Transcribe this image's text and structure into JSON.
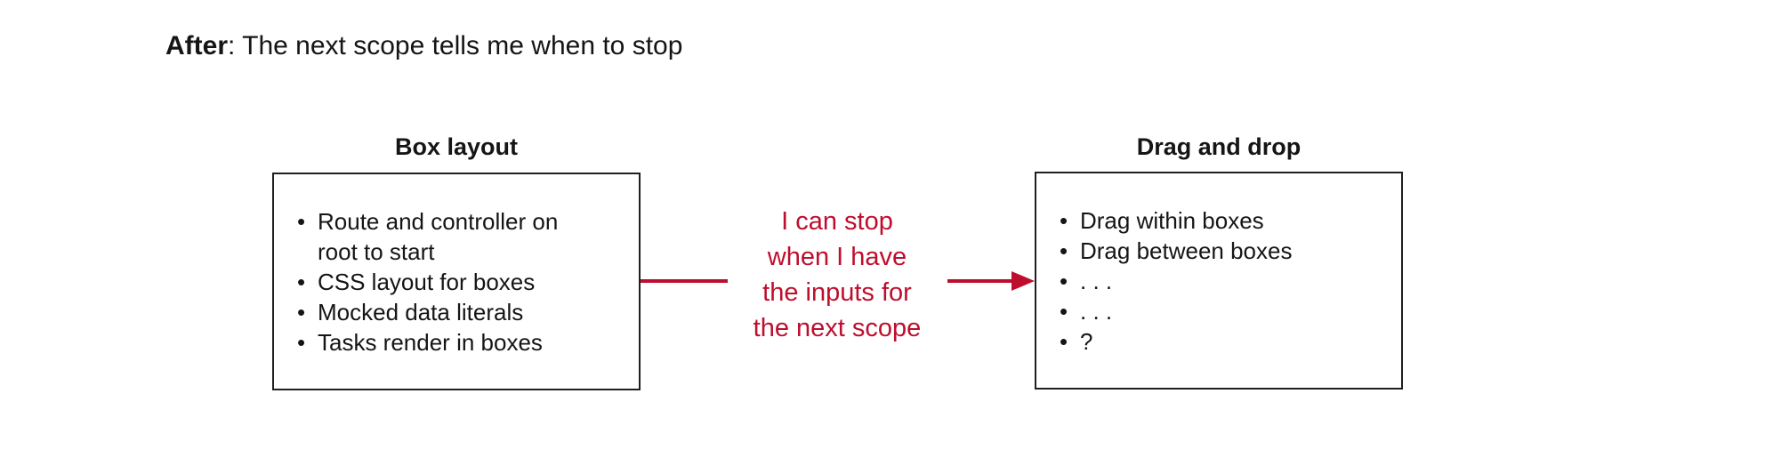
{
  "colors": {
    "accent_red": "#BE0E2E",
    "box_border": "#1F1F1F",
    "text": "#151515",
    "background": "#FFFFFF"
  },
  "bullet_char": "•",
  "title": {
    "lead": "After",
    "rest": ": The next scope tells me when to stop"
  },
  "left_box": {
    "title": "Box layout",
    "items": [
      "Route and controller on\nroot to start",
      "CSS layout for boxes",
      "Mocked data literals",
      "Tasks render in boxes"
    ]
  },
  "connector": {
    "label": "I can stop\nwhen I have\nthe inputs for\nthe next scope"
  },
  "right_box": {
    "title": "Drag and drop",
    "items": [
      "Drag within boxes",
      "Drag between boxes",
      ". . .",
      ". . .",
      "?"
    ]
  }
}
